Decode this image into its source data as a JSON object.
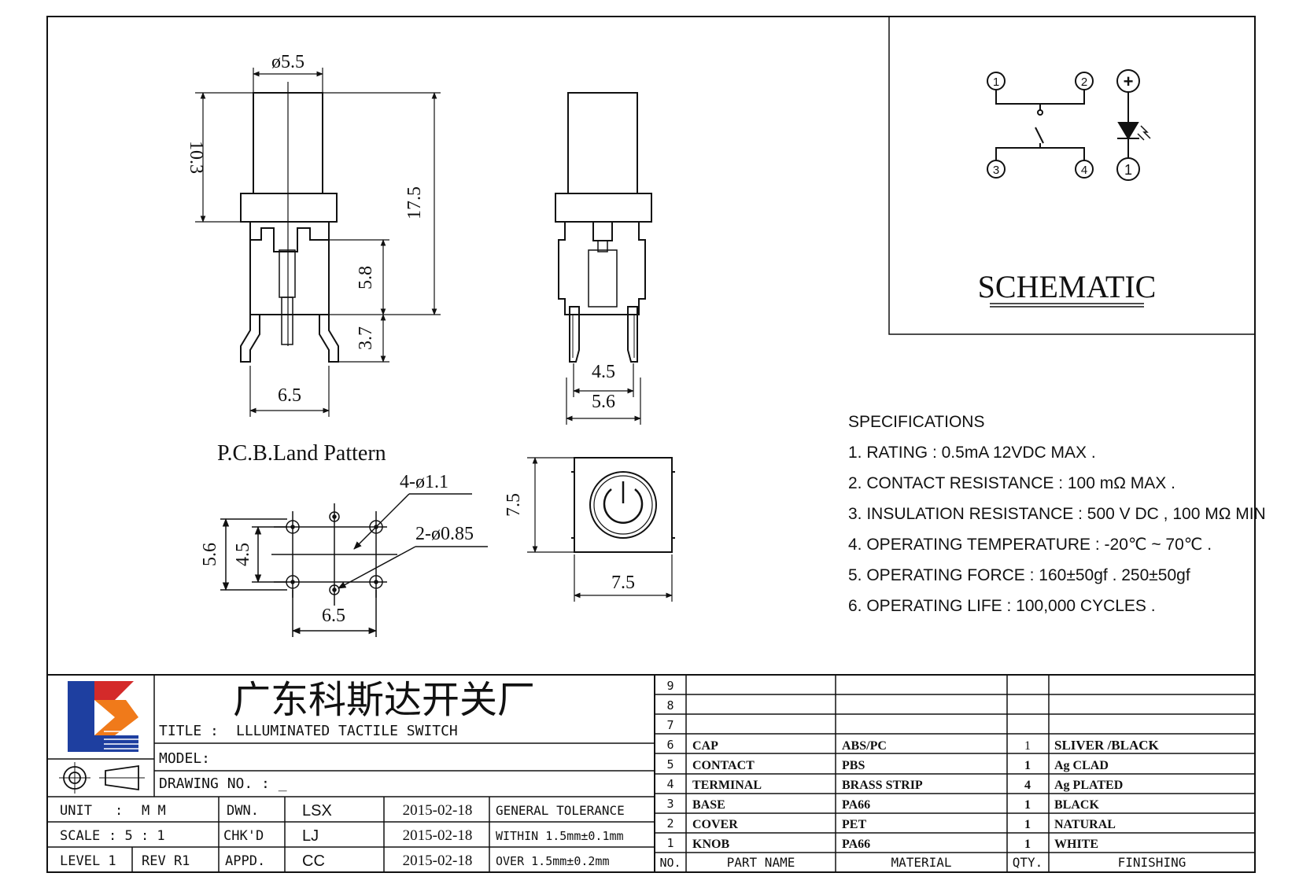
{
  "dims": {
    "d55": "ø5.5",
    "h103": "10.3",
    "h175": "17.5",
    "h58": "5.8",
    "h37": "3.7",
    "w65a": "6.5",
    "w45": "4.5",
    "w56": "5.6",
    "pcb_title": "P.C.B.Land Pattern",
    "hole4": "4-ø1.1",
    "hole2": "2-ø0.85",
    "pcb56": "5.6",
    "pcb45": "4.5",
    "pcb65": "6.5",
    "top75v": "7.5",
    "top75h": "7.5"
  },
  "schematic": {
    "title": "SCHEMATIC",
    "pins": [
      "1",
      "2",
      "3",
      "4"
    ],
    "led_plus": "+",
    "led_minus": "1"
  },
  "specs": {
    "heading": "SPECIFICATIONS",
    "items": [
      "1. RATING : 0.5mA 12VDC MAX .",
      "2. CONTACT RESISTANCE : 100 mΩ MAX .",
      "3. INSULATION RESISTANCE : 500 V DC , 100 MΩ MIN",
      "4. OPERATING TEMPERATURE : -20℃ ~ 70℃ .",
      "5. OPERATING FORCE : 160±50gf . 250±50gf",
      "6. OPERATING LIFE : 100,000 CYCLES ."
    ]
  },
  "title_block": {
    "company": "广东科斯达开关厂",
    "title_label": "TITLE :",
    "title_value": "LLLUMINATED TACTILE SWITCH",
    "model_label": "MODEL:",
    "drawing_no_label": "DRAWING NO. : _",
    "unit_label": "UNIT",
    "unit_colon": ":",
    "unit_value": "M M",
    "scale_label": "SCALE",
    "scale_value": ":   5 : 1",
    "level": "LEVEL 1",
    "rev": "REV  R1",
    "dwn": "DWN.",
    "chkd": "CHK'D",
    "appd": "APPD.",
    "dwn_by": "LSX",
    "chk_by": "LJ",
    "app_by": "CC",
    "date1": "2015-02-18",
    "date2": "2015-02-18",
    "date3": "2015-02-18",
    "tol_title": "GENERAL TOLERANCE",
    "tol_within": "WITHIN 1.5mm±0.1mm",
    "tol_over": "OVER   1.5mm±0.2mm"
  },
  "bom": {
    "header": {
      "no": "NO.",
      "part": "PART  NAME",
      "material": "MATERIAL",
      "qty": "QTY.",
      "finishing": "FINISHING"
    },
    "empty_rows": [
      "9",
      "8",
      "7"
    ],
    "rows": [
      {
        "no": "6",
        "part": "CAP",
        "material": "ABS/PC",
        "qty": "1",
        "finishing": "SLIVER /BLACK"
      },
      {
        "no": "5",
        "part": "CONTACT",
        "material": "PBS",
        "qty": "1",
        "finishing": "Ag CLAD"
      },
      {
        "no": "4",
        "part": "TERMINAL",
        "material": "BRASS STRIP",
        "qty": "4",
        "finishing": "Ag PLATED"
      },
      {
        "no": "3",
        "part": "BASE",
        "material": "PA66",
        "qty": "1",
        "finishing": "BLACK"
      },
      {
        "no": "2",
        "part": "COVER",
        "material": "PET",
        "qty": "1",
        "finishing": "NATURAL"
      },
      {
        "no": "1",
        "part": "KNOB",
        "material": "PA66",
        "qty": "1",
        "finishing": "WHITE"
      }
    ]
  },
  "colors": {
    "logo_blue": "#1e3fa0",
    "logo_orange": "#f07a1a",
    "logo_red": "#d42a2a",
    "ink": "#111111"
  }
}
